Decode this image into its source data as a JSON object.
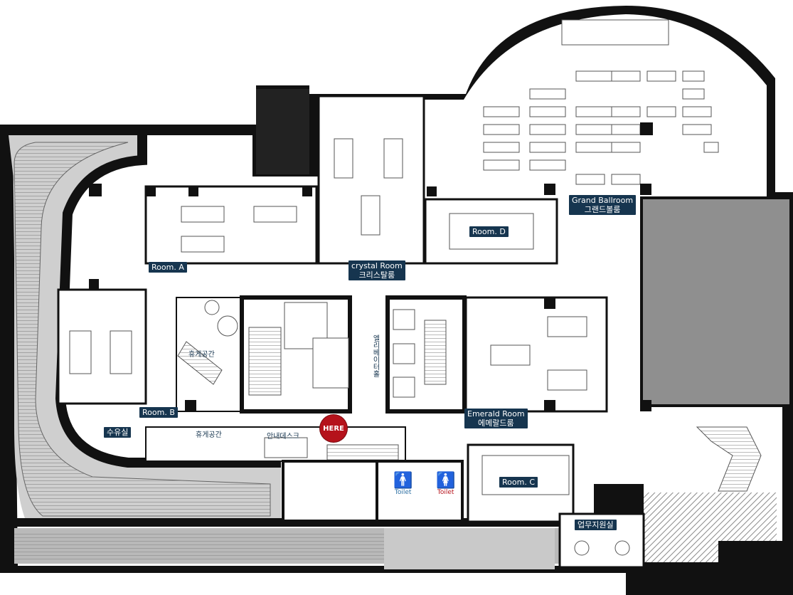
{
  "rooms": {
    "room_a": "Room. A",
    "room_b": "Room. B",
    "room_c": "Room. C",
    "room_d": "Room. D",
    "crystal_en": "crystal Room",
    "crystal_ko": "크리스탈룸",
    "grand_en": "Grand Ballroom",
    "grand_ko": "그랜드볼룸",
    "emerald_en": "Emerald Room",
    "emerald_ko": "에메랄드룸"
  },
  "facilities": {
    "lounge_1": "휴게공간",
    "lounge_2": "휴게공간",
    "info_desk": "안내데스크",
    "elevator": "엘리베이터홀",
    "nursing": "수유실",
    "office": "업무지원실",
    "toilet_m": "Toilet",
    "toilet_w": "Toilet"
  },
  "marker": {
    "here": "HERE"
  },
  "colors": {
    "wall": "#111111",
    "floor": "#ffffff",
    "ramp": "#b9b9b9",
    "label_bg": "#16354f",
    "here": "#b5121b",
    "men": "#2d6fa3",
    "women": "#b5121b"
  }
}
